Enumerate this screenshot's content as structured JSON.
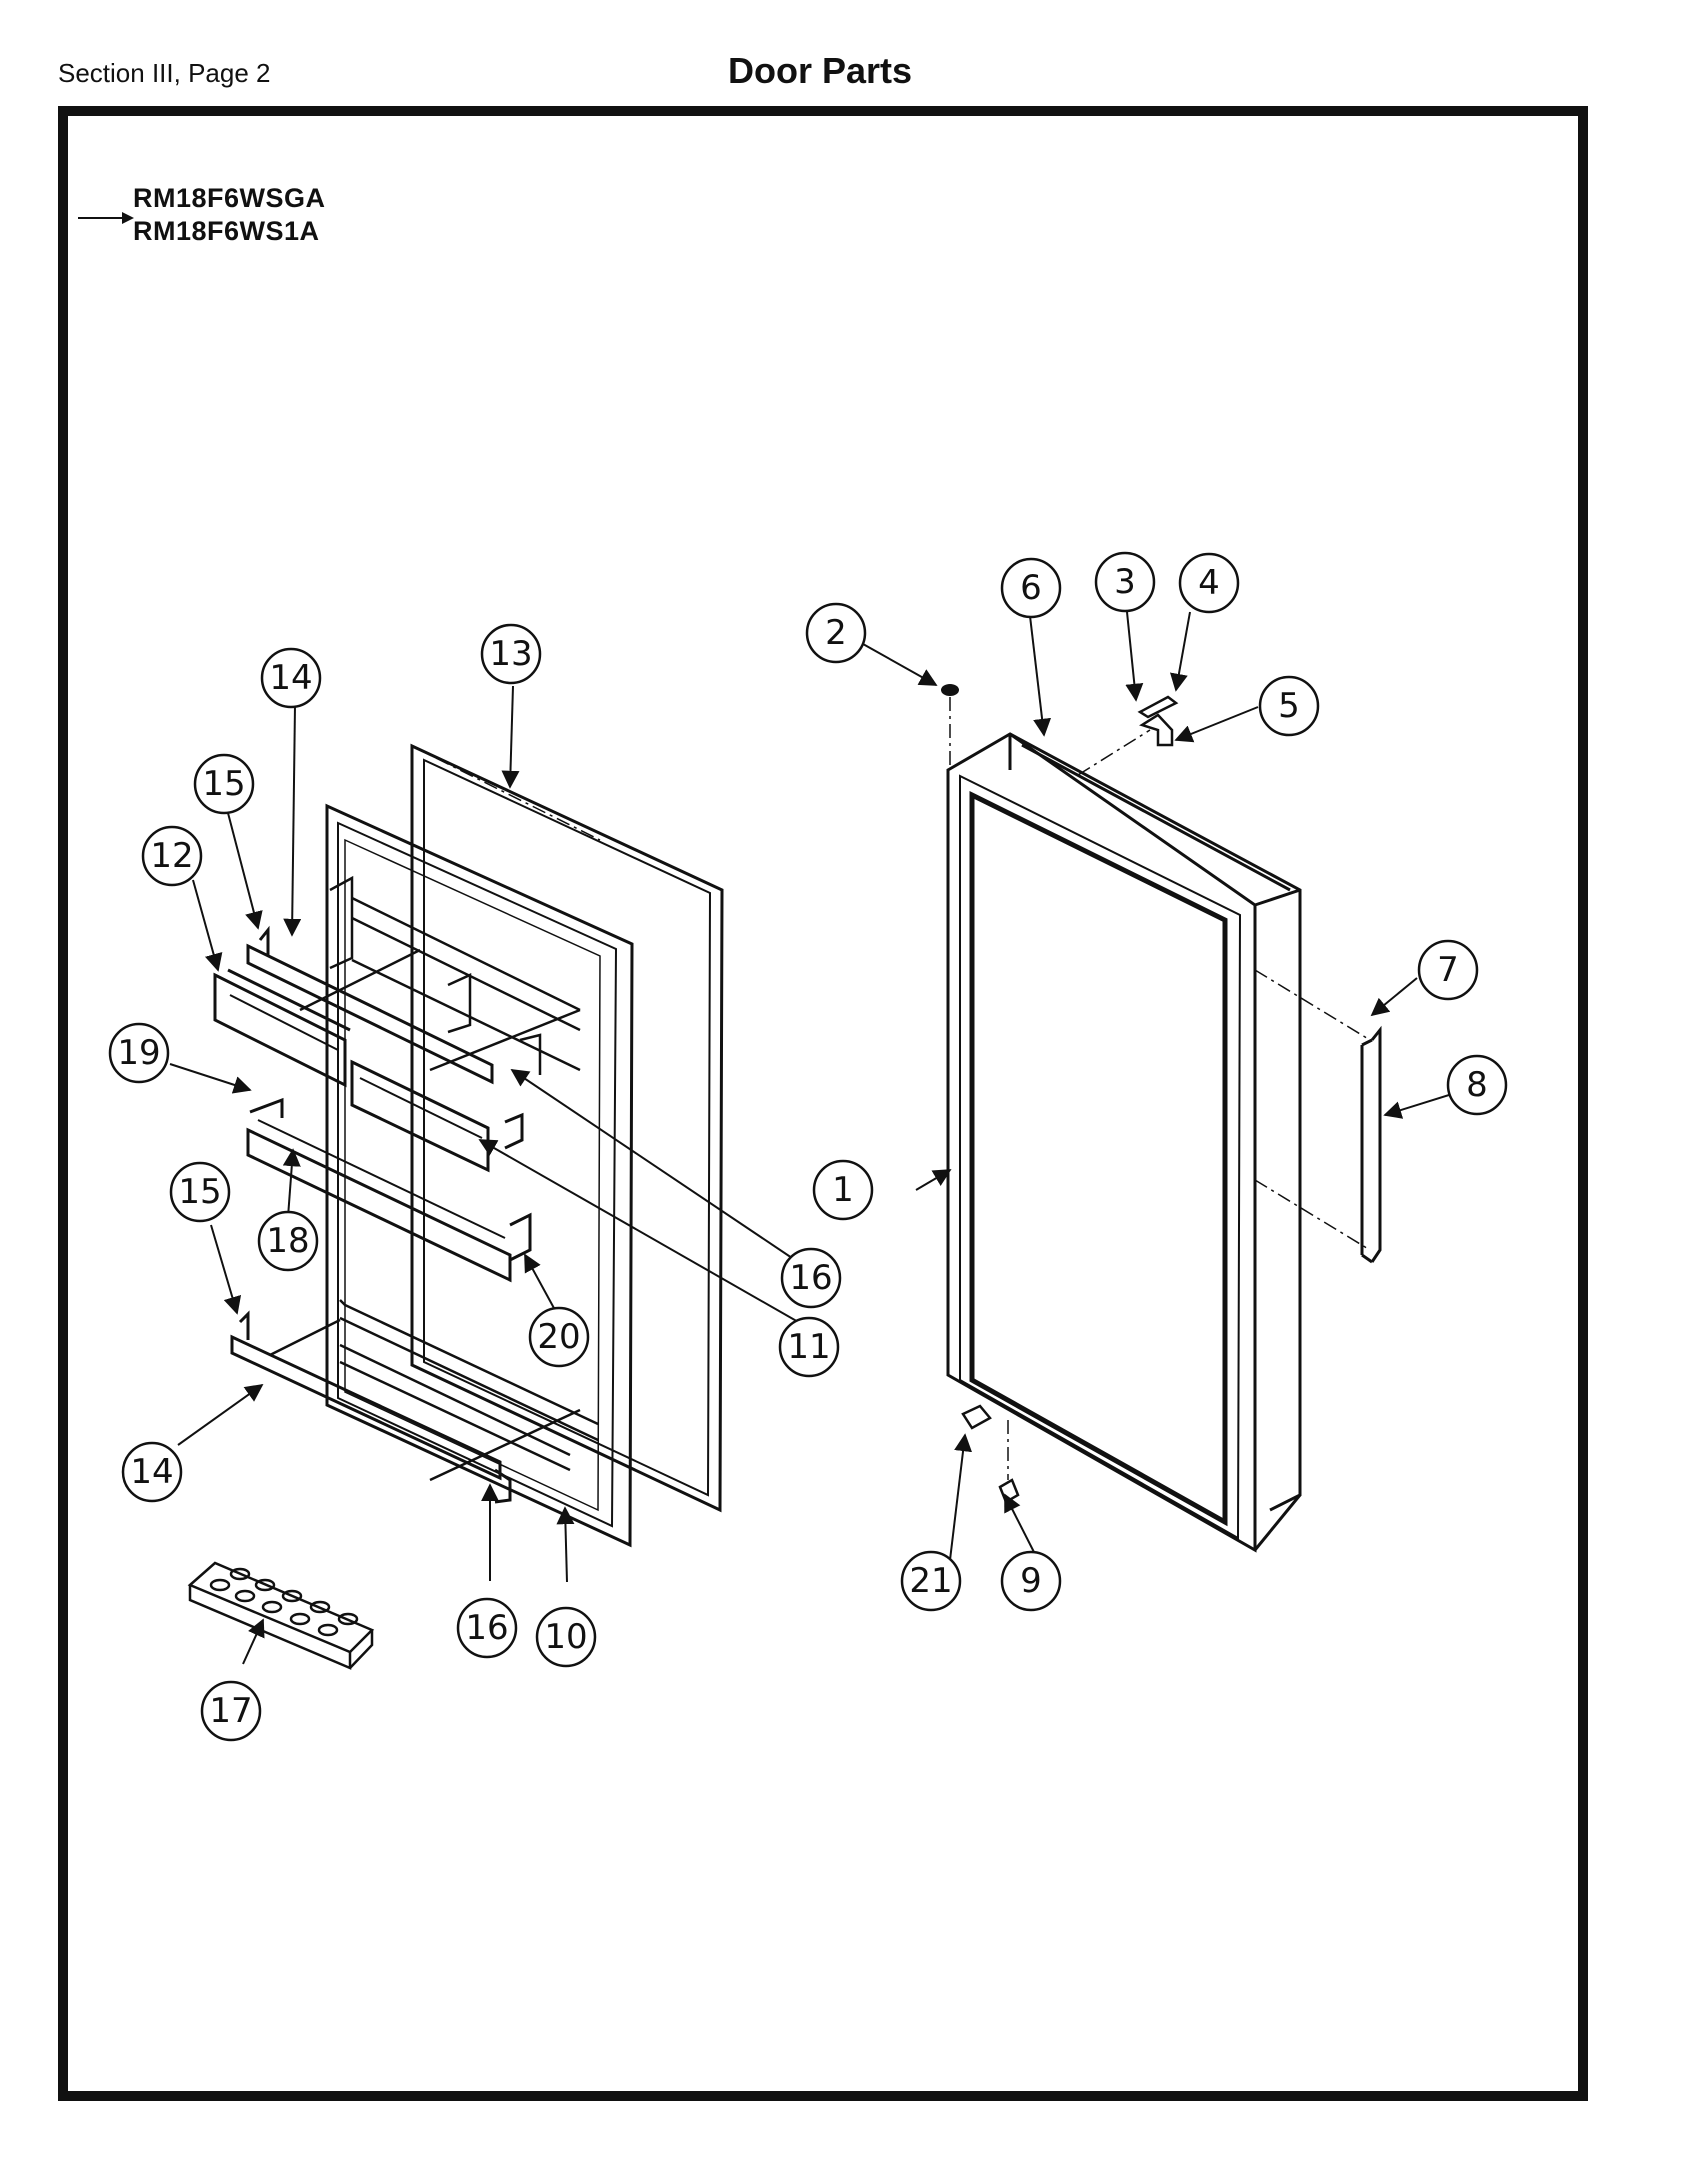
{
  "header": {
    "section": "Section III, Page 2",
    "title": "Door Parts"
  },
  "models": [
    "RM18F6WSGA",
    "RM18F6WS1A"
  ],
  "callouts": [
    "1",
    "2",
    "3",
    "4",
    "5",
    "6",
    "7",
    "8",
    "9",
    "10",
    "11",
    "12",
    "13",
    "14",
    "14",
    "15",
    "15",
    "16",
    "16",
    "17",
    "18",
    "19",
    "20",
    "21"
  ]
}
